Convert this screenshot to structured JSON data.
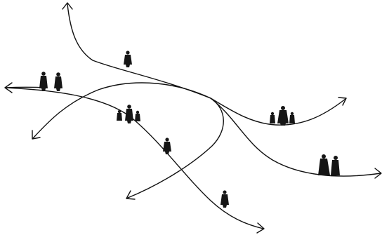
{
  "figure": {
    "background_color": "#ffffff",
    "ink_color": "#111111",
    "paths": [
      {
        "id": "path-1",
        "head": "top-left"
      },
      {
        "id": "path-2",
        "head": "right"
      },
      {
        "id": "path-3",
        "head": "left"
      },
      {
        "id": "path-4",
        "head": "bottom-right"
      },
      {
        "id": "path-5",
        "head": "right"
      },
      {
        "id": "path-6",
        "head": "bottom-left"
      },
      {
        "id": "path-7",
        "head": "left"
      }
    ],
    "groups": [
      {
        "id": "lone-walker",
        "people": 1
      },
      {
        "id": "pair-left",
        "people": 2
      },
      {
        "id": "family-center",
        "people": 3
      },
      {
        "id": "family-right",
        "people": 3
      },
      {
        "id": "solo-middle",
        "people": 1
      },
      {
        "id": "pair-right",
        "people": 2
      },
      {
        "id": "solo-bottom",
        "people": 1
      }
    ]
  }
}
